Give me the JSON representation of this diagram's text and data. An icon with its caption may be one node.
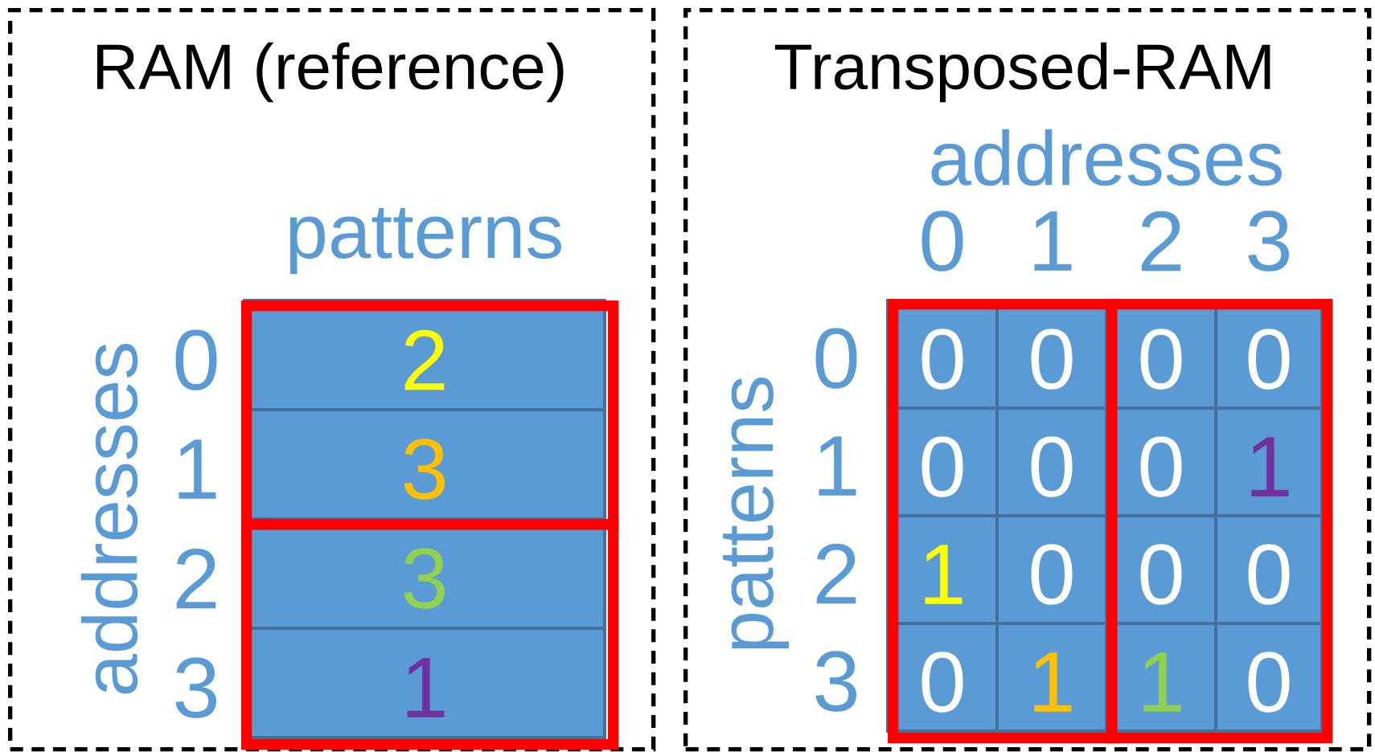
{
  "diagram": {
    "nodes": [
      {
        "text": [
          "RAM (reference)"
        ]
      },
      {
        "text": [
          "Transposed-RAM"
        ]
      },
      {
        "text": [],
        "shape": "box",
        "in": 0
      },
      {
        "text": [],
        "shape": "box",
        "in": 0
      },
      {
        "text": [],
        "shape": "box",
        "in": 1
      },
      {
        "text": [],
        "shape": "box",
        "in": 1
      }
    ],
    "edges": [],
    "labels": [
      "patterns",
      "0",
      "1",
      "2",
      "3",
      "addresses",
      "2",
      "3",
      "3",
      "1",
      "addresses",
      "0",
      "1",
      "2",
      "3",
      "patterns",
      "0",
      "1",
      "2",
      "3",
      "0",
      "0",
      "0",
      "0",
      "0",
      "0",
      "0",
      "1",
      "1",
      "0",
      "0",
      "0",
      "0",
      "1",
      "1",
      "0"
    ]
  }
}
